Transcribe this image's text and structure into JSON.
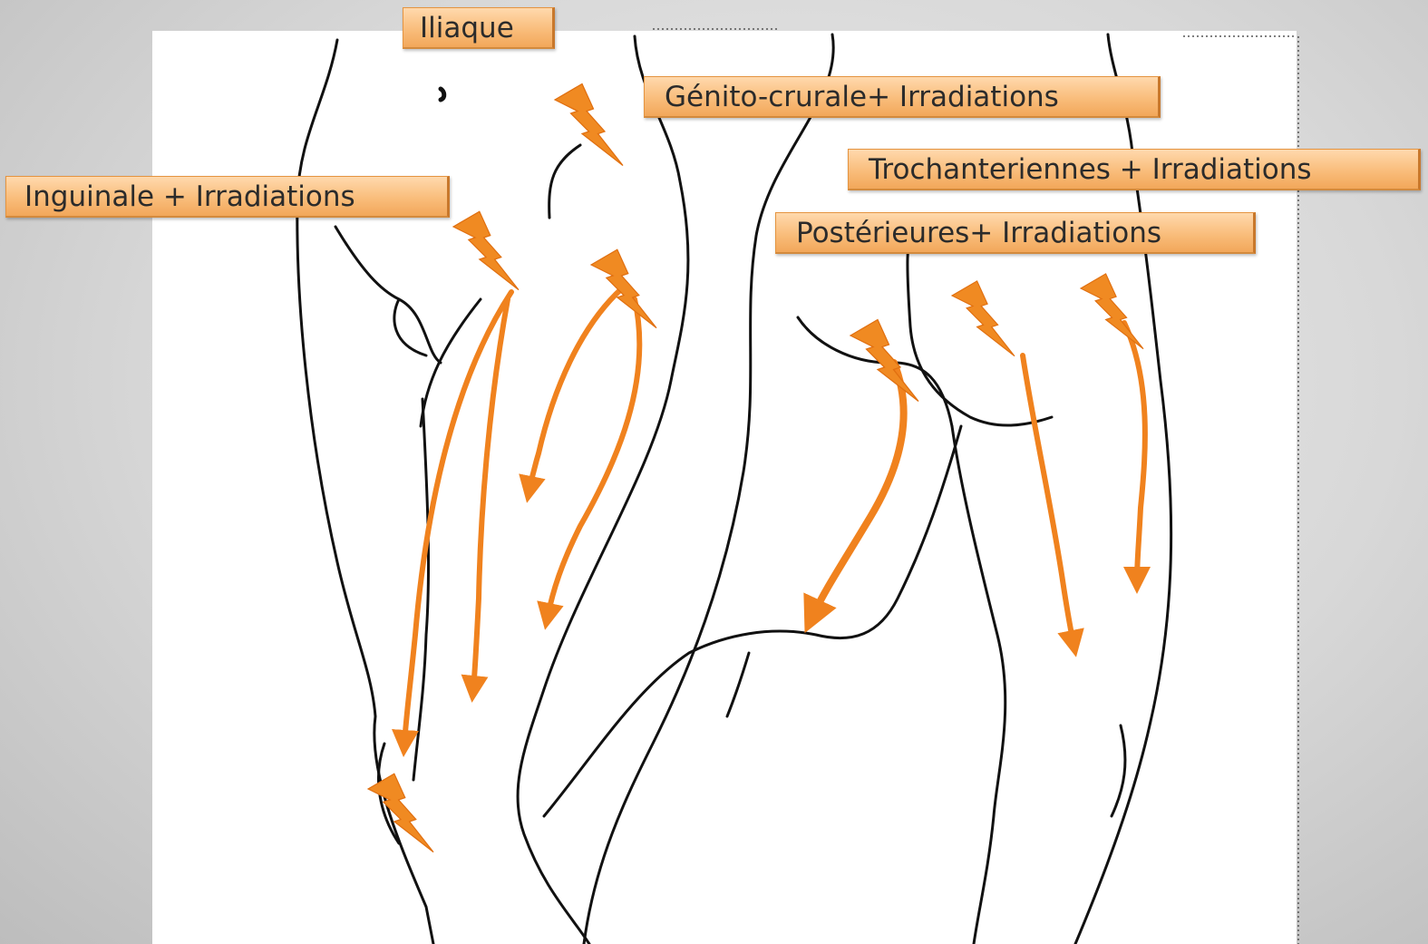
{
  "labels": {
    "iliaque": "Iliaque",
    "genito_crurale": "Génito-crurale+ Irradiations",
    "trochanteriennes": "Trochanteriennes + Irradiations",
    "posterieures": "Postérieures+ Irradiations",
    "inguinale": "Inguinale + Irradiations"
  },
  "colors": {
    "arrow": "#f0821e",
    "label_fill": "#f9bd7b",
    "outline": "#111111",
    "background": "#d8d8d8"
  },
  "icons": [
    "lightning-bolt-icon",
    "arrow-icon"
  ]
}
